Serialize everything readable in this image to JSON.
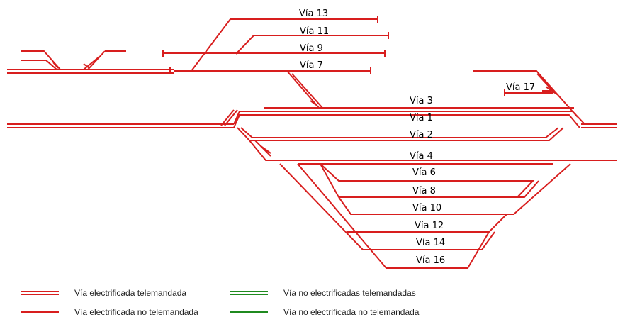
{
  "colors": {
    "track": "#d81e1e",
    "track_not_electrified": "#1f8a1f"
  },
  "tracks": {
    "via13": "Vía 13",
    "via11": "Vía 11",
    "via9": "Vía 9",
    "via7": "Vía 7",
    "via17": "Vía 17",
    "via3": "Vía 3",
    "via1": "Vía 1",
    "via2": "Vía 2",
    "via4": "Vía 4",
    "via6": "Vía 6",
    "via8": "Vía 8",
    "via10": "Vía 10",
    "via12": "Vía 12",
    "via14": "Vía 14",
    "via16": "Vía 16"
  },
  "legend": {
    "electrified_remote": "Vía electrificada telemandada",
    "electrified_not_remote": "Vía electrificada no telemandada",
    "not_electrified_remote": "Vía no electrificadas telemandadas",
    "not_electrified_not_remote": "Vía no electrificada no telemandada"
  }
}
